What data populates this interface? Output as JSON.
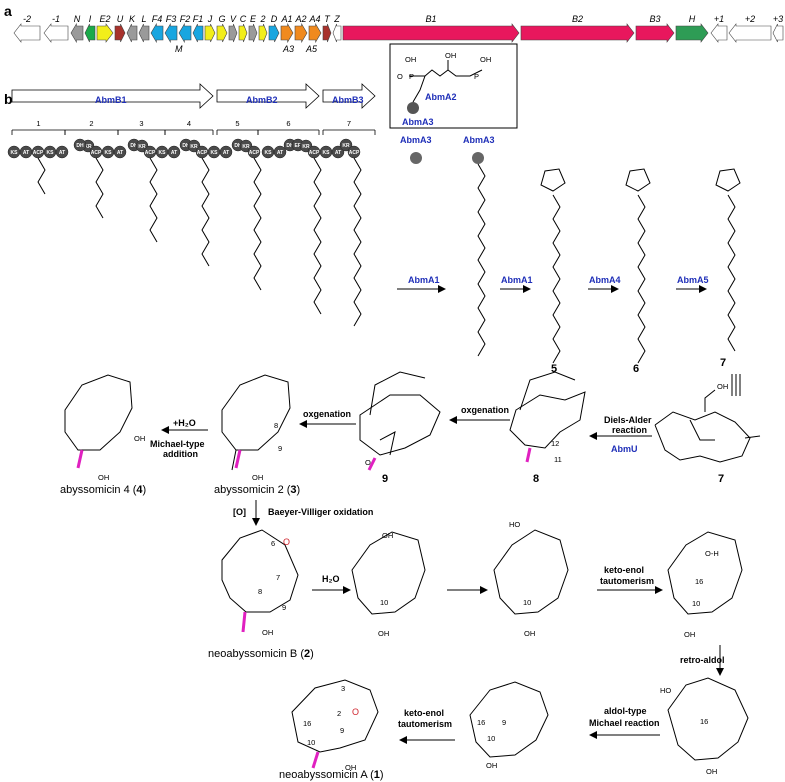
{
  "panel_labels": {
    "a": "a",
    "b": "b"
  },
  "gene_cluster": {
    "genes": [
      "-2",
      "-1",
      "N",
      "I",
      "E2",
      "U",
      "K",
      "L",
      "F4",
      "F3",
      "F2",
      "F1",
      "J",
      "G",
      "V",
      "C",
      "E",
      "2",
      "D",
      "A1",
      "A2",
      "A4",
      "T",
      "Z",
      "B1",
      "B2",
      "B3",
      "H",
      "+1",
      "+2",
      "+3"
    ],
    "sub_labels": [
      "M",
      "A3",
      "A5"
    ],
    "colors": {
      "gray": "#9a9a9a",
      "white": "#ffffff",
      "green": "#1aaa4a",
      "yellow": "#f2ee1a",
      "red": "#a8322c",
      "blue": "#18a6e0",
      "orange": "#f08a1e",
      "pink": "#e8175d",
      "darkgreen": "#2e9c55"
    }
  },
  "pks": {
    "modules": [
      "AbmB1",
      "AbmB2",
      "AbmB3"
    ],
    "module_numbers": [
      "1",
      "2",
      "3",
      "4",
      "5",
      "6",
      "7"
    ],
    "domains": [
      "KS",
      "AT",
      "ACP",
      "KR",
      "DH",
      "ER"
    ],
    "loading": "AbmA3",
    "loading2": "AbmA3",
    "inset_enzymes": [
      "AbmA2",
      "AbmA3"
    ],
    "inset_atoms": [
      "OH",
      "O",
      "P",
      "O",
      "OH",
      "O",
      "OH",
      "O",
      "P",
      "O",
      "O",
      "O"
    ]
  },
  "steps": {
    "a1": "AbmA1",
    "a1b": "AbmA1",
    "a4": "AbmA4",
    "a5": "AbmA5",
    "da": "Diels-Alder reaction",
    "da_line1": "Diels-Alder",
    "da_line2": "reaction",
    "abmu": "AbmU",
    "oxg1": "oxgenation",
    "oxg2": "oxgenation",
    "h2o_add": "+H₂O",
    "michael1": "Michael-type",
    "michael2": "addition",
    "o_ox": "[O]",
    "bv": "Baeyer-Villiger oxidation",
    "h2o": "H₂O",
    "ket1a": "keto-enol",
    "ket1b": "tautomerism",
    "retro": "retro-aldol",
    "aldol1": "aldol-type",
    "aldol2": "Michael reaction",
    "ket2a": "keto-enol",
    "ket2b": "tautomerism"
  },
  "compounds": {
    "c5": "5",
    "c6": "6",
    "c7a": "7",
    "c7b": "7",
    "c8": "8",
    "c9": "9",
    "aby4": "abyssomicin 4 (",
    "aby4n": "4",
    "aby2": "abyssomicin 2 (",
    "aby2n": "3",
    "neoB": "neoabyssomicin B (",
    "neoBn": "2",
    "neoA": "neoabyssomicin A (",
    "neoAn": "1",
    "close": ")"
  }
}
